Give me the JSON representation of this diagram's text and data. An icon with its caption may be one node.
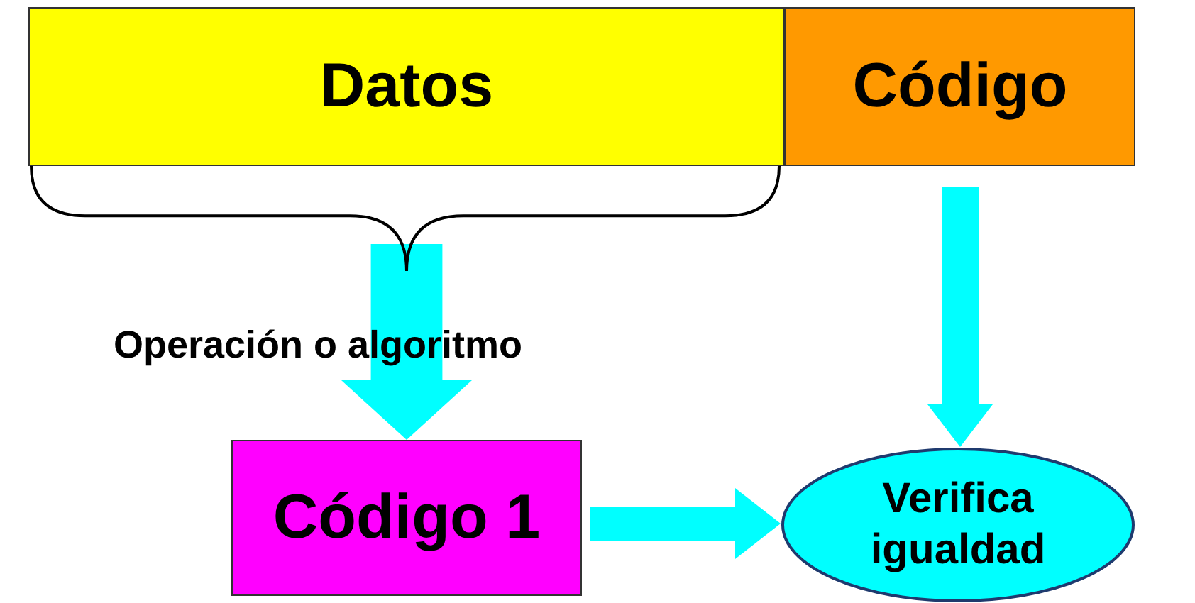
{
  "diagram": {
    "nodes": [
      {
        "text": [
          "Datos"
        ]
      },
      {
        "text": [
          "Código"
        ]
      },
      {
        "text": [
          "Código 1"
        ]
      },
      {
        "text": [
          "Verifica igualdad"
        ]
      }
    ],
    "edges": [
      {
        "from": 0,
        "to": 2,
        "arrow": "to",
        "label": "Operación o algoritmo",
        "style": "thick"
      },
      {
        "from": 1,
        "to": 3,
        "arrow": "to"
      },
      {
        "from": 2,
        "to": 3,
        "arrow": "to"
      }
    ]
  }
}
